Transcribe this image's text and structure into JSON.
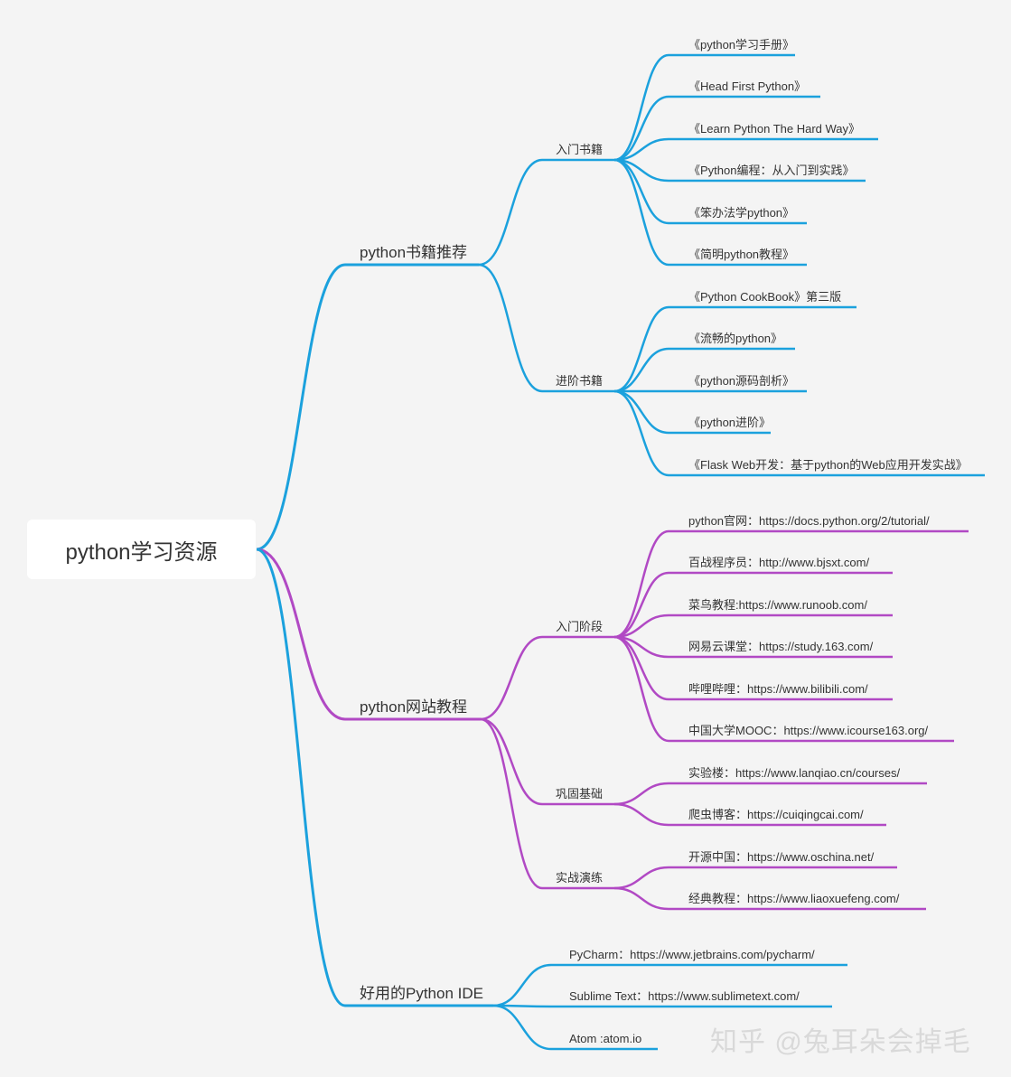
{
  "root": {
    "label": "python学习资源"
  },
  "colors": {
    "blue": "#1ba1dd",
    "purple": "#b149c4"
  },
  "branches": [
    {
      "label": "python书籍推荐",
      "color": "blue",
      "groups": [
        {
          "label": "入门书籍",
          "items": [
            "《python学习手册》",
            "《Head First Python》",
            "《Learn Python The Hard Way》",
            "《Python编程：从入门到实践》",
            "《笨办法学python》",
            "《简明python教程》"
          ]
        },
        {
          "label": "进阶书籍",
          "items": [
            "《Python CookBook》第三版",
            "《流畅的python》",
            "《python源码剖析》",
            "《python进阶》",
            "《Flask Web开发：基于python的Web应用开发实战》"
          ]
        }
      ]
    },
    {
      "label": "python网站教程",
      "color": "purple",
      "groups": [
        {
          "label": "入门阶段",
          "items": [
            "python官网：https://docs.python.org/2/tutorial/",
            "百战程序员：http://www.bjsxt.com/",
            "菜鸟教程:https://www.runoob.com/",
            "网易云课堂：https://study.163.com/",
            "哔哩哔哩：https://www.bilibili.com/",
            "中国大学MOOC：https://www.icourse163.org/"
          ]
        },
        {
          "label": "巩固基础",
          "items": [
            "实验楼：https://www.lanqiao.cn/courses/",
            "爬虫博客：https://cuiqingcai.com/"
          ]
        },
        {
          "label": "实战演练",
          "items": [
            "开源中国：https://www.oschina.net/",
            "经典教程：https://www.liaoxuefeng.com/"
          ]
        }
      ]
    },
    {
      "label": "好用的Python IDE",
      "color": "blue",
      "items": [
        "PyCharm：https://www.jetbrains.com/pycharm/",
        "Sublime Text：https://www.sublimetext.com/",
        "Atom :atom.io"
      ]
    }
  ],
  "watermark": "知乎 @兔耳朵会掉毛"
}
